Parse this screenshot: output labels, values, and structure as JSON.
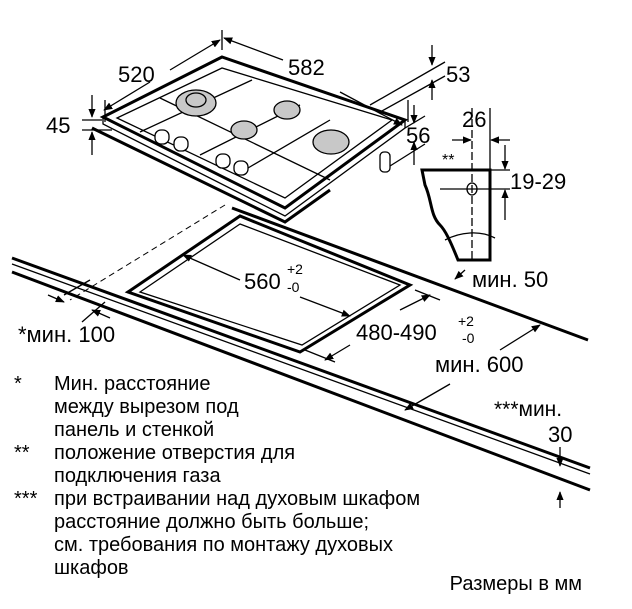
{
  "dimensions": {
    "depth": "520",
    "width": "582",
    "top_offset": "53",
    "height": "45",
    "right_offset": "56",
    "gas_offset": "26",
    "gas_marker": "**",
    "gas_height": "19-29",
    "cutout_width": "560",
    "cutout_width_tol_plus": "+2",
    "cutout_width_tol_minus": "-0",
    "wall_distance": "мин. 50",
    "side_distance": "*мин. 100",
    "cutout_depth": "480-490",
    "cutout_depth_tol_plus": "+2",
    "cutout_depth_tol_minus": "-0",
    "worktop_depth": "мин. 600",
    "worktop_thickness_label": "***мин.",
    "worktop_thickness": "30"
  },
  "notes": [
    {
      "marker": "*",
      "lines": [
        "Мин. расстояние",
        "между вырезом под",
        "панель и стенкой"
      ]
    },
    {
      "marker": "**",
      "lines": [
        "положение отверстия для",
        "подключения газа"
      ]
    },
    {
      "marker": "***",
      "lines": [
        "при встраивании над духовым шкафом",
        "расстояние должно быть больше;",
        "см. требования по монтажу духовых",
        "шкафов"
      ]
    }
  ],
  "units_note": "Размеры в мм"
}
